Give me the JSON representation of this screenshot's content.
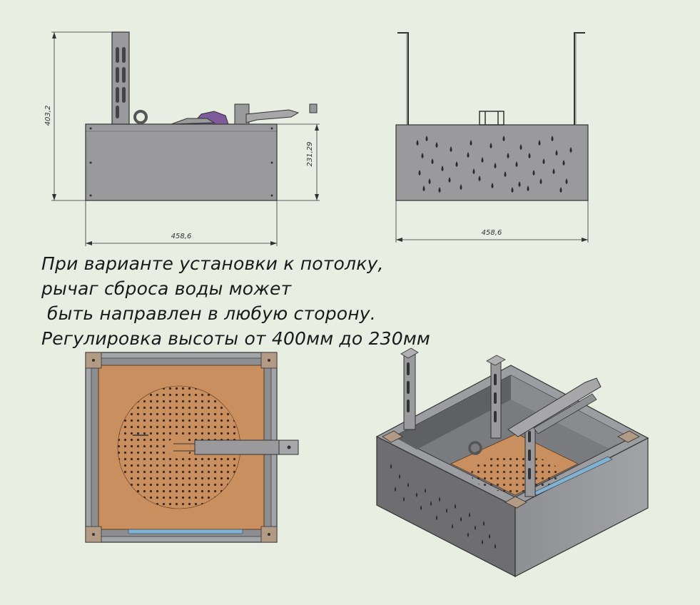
{
  "dimensions": {
    "front_height_total": "403,2",
    "front_height_box": "231,29",
    "front_width": "458,6",
    "side_width": "458,6"
  },
  "note": {
    "line1": "При варианте установки к потолку,",
    "line2": "рычаг сброса воды может",
    "line3": "быть направлен в любую сторону.",
    "line4": "Регулировка высоты от 400мм до 230мм"
  },
  "colors": {
    "background": "#e9eee2",
    "steel": "#9a9a9c",
    "panel_dark": "#6e6e70",
    "wood": "#c98f5e",
    "perforation": "#3a2a22",
    "water": "#7fb2d4",
    "accent_purple": "#7d5a9a"
  }
}
